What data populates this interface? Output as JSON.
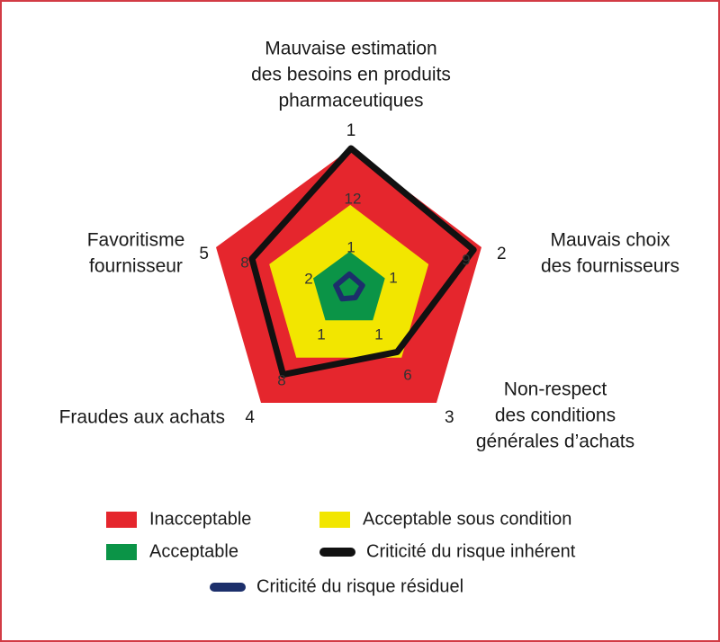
{
  "chart_data": {
    "type": "radar",
    "axes": [
      {
        "number": "1",
        "label_lines": [
          "Mauvaise estimation",
          "des besoins en produits",
          "pharmaceutiques"
        ]
      },
      {
        "number": "2",
        "label_lines": [
          "Mauvais choix",
          "des fournisseurs"
        ]
      },
      {
        "number": "3",
        "label_lines": [
          "Non-respect",
          "des conditions",
          "générales d’achats"
        ]
      },
      {
        "number": "4",
        "label_lines": [
          "Fraudes aux achats"
        ]
      },
      {
        "number": "5",
        "label_lines": [
          "Favoritisme",
          "fournisseur"
        ]
      }
    ],
    "zones": [
      {
        "name": "Inacceptable",
        "color": "#e5262d",
        "level": 1.0
      },
      {
        "name": "Acceptable sous condition",
        "color": "#f2e600",
        "level": 0.6
      },
      {
        "name": "Acceptable",
        "color": "#0b9447",
        "level": 0.27
      }
    ],
    "series": [
      {
        "name": "Criticité du risque inhérent",
        "color": "#111111",
        "values": [
          12,
          9,
          6,
          8,
          8
        ],
        "labels": [
          "12",
          "9",
          "6",
          "8",
          "8"
        ],
        "positions": [
          1.0,
          0.94,
          0.55,
          0.75,
          0.73
        ]
      },
      {
        "name": "Criticité du risque résiduel",
        "color": "#1c2f6b",
        "values": [
          1,
          1,
          1,
          1,
          2
        ],
        "labels": [
          "1",
          "1",
          "1",
          "1",
          "2"
        ],
        "positions": [
          0.11,
          0.1,
          0.07,
          0.08,
          0.1
        ]
      }
    ],
    "legend": {
      "placement": "bottom",
      "items": [
        {
          "label": "Inacceptable",
          "color": "#e5262d",
          "kind": "box"
        },
        {
          "label": "Acceptable sous condition",
          "color": "#f2e600",
          "kind": "box"
        },
        {
          "label": "Acceptable",
          "color": "#0b9447",
          "kind": "box"
        },
        {
          "label": "Criticité du risque inhérent",
          "color": "#111111",
          "kind": "pill"
        },
        {
          "label": "Criticité du risque résiduel",
          "color": "#1c2f6b",
          "kind": "pill"
        }
      ]
    }
  },
  "frame_color": "#d23b45"
}
